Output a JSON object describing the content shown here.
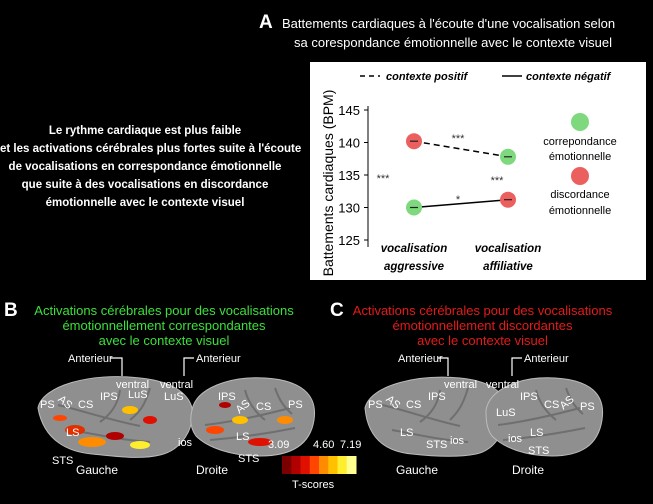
{
  "colors": {
    "background": "#000000",
    "green": "#7ed97e",
    "red": "#ec5f5f",
    "caption_green": "#3be03b",
    "caption_red": "#e51a1a",
    "brain": "#8f8f8f"
  },
  "summary_lines": [
    "Le rythme cardiaque est plus faible",
    "et les activations cérébrales plus fortes suite à l'écoute",
    "de vocalisations en correspondance émotionnelle",
    "que suite à des vocalisations en discordance",
    "émotionnelle avec le contexte visuel"
  ],
  "panel_a": {
    "letter": "A",
    "title_line1": "Battements cardiaques à l'écoute d'une vocalisation selon",
    "title_line2": "sa corespondance émotionnelle avec le contexte visuel"
  },
  "chart_data": {
    "type": "line",
    "ylabel": "Battements cardiaques (BPM)",
    "ylim": [
      125,
      145
    ],
    "yticks": [
      125,
      130,
      135,
      140,
      145
    ],
    "categories": [
      "vocalisation aggressive",
      "vocalisation affiliative"
    ],
    "category_lines": [
      [
        "vocalisation",
        "aggressive"
      ],
      [
        "vocalisation",
        "affiliative"
      ]
    ],
    "series": [
      {
        "name": "contexte positif",
        "style": "dashed",
        "values": [
          140.2,
          137.8
        ],
        "point_colors": [
          "red",
          "green"
        ]
      },
      {
        "name": "contexte négatif",
        "style": "solid",
        "values": [
          130.0,
          131.2
        ],
        "point_colors": [
          "green",
          "red"
        ]
      }
    ],
    "legend_positive": "contexte positif",
    "legend_negative": "contexte négatif",
    "legend_match_line1": "correpondance",
    "legend_match_line2": "émotionnelle",
    "legend_mismatch_line1": "discordance",
    "legend_mismatch_line2": "émotionnelle",
    "sig_between_top": "***",
    "sig_between_bottom": "*",
    "sig_left": "***",
    "sig_right": "***"
  },
  "panel_b": {
    "letter": "B",
    "caption_line1": "Activations cérébrales pour des vocalisations",
    "caption_line2": "émotionnellement correspondantes",
    "caption_line3": "avec le contexte visuel"
  },
  "panel_c": {
    "letter": "C",
    "caption_line1": "Activations cérébrales pour des vocalisations",
    "caption_line2": "émotionnellement discordantes",
    "caption_line3": "avec le contexte visuel"
  },
  "brain_labels": {
    "anterieur": "Anterieur",
    "ventral": "ventral",
    "gauche": "Gauche",
    "droite": "Droite",
    "ps": "PS",
    "as": "AS",
    "cs": "CS",
    "ips": "IPS",
    "lus": "LuS",
    "ls": "LS",
    "sts": "STS",
    "ios": "ios"
  },
  "colorbar": {
    "min": "3.09",
    "mid": "4.60",
    "max": "7.19",
    "label": "T-scores",
    "colors": [
      "#7a0000",
      "#b00000",
      "#e01000",
      "#ff4500",
      "#ff8c00",
      "#ffc000",
      "#ffee30",
      "#ffff90"
    ]
  }
}
